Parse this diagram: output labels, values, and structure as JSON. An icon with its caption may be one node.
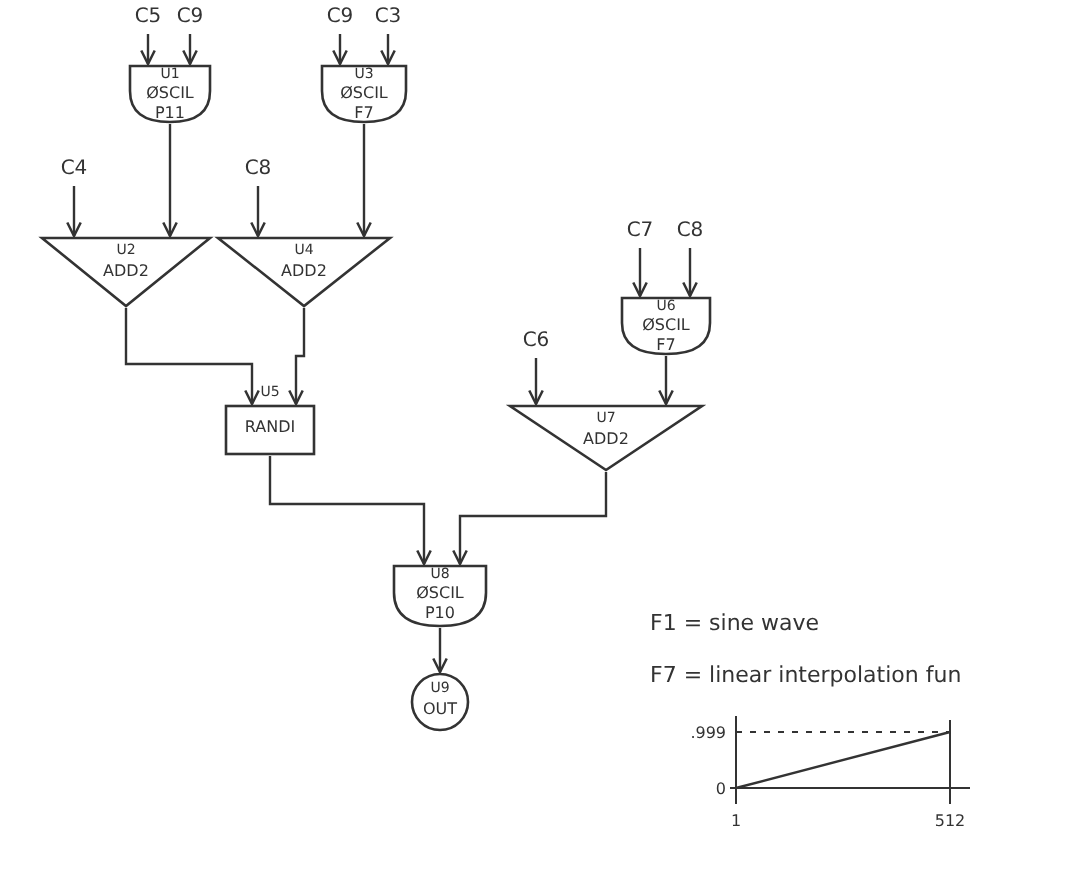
{
  "diagram": {
    "nodes": [
      {
        "text": [
          "C5"
        ]
      },
      {
        "text": [
          "C9"
        ]
      },
      {
        "text": [
          "C9"
        ]
      },
      {
        "text": [
          "C3"
        ]
      },
      {
        "text": [
          "U1",
          "ØSCIL",
          "P11"
        ]
      },
      {
        "text": [
          "U3",
          "ØSCIL",
          "F7"
        ]
      },
      {
        "text": [
          "C4"
        ]
      },
      {
        "text": [
          "C8"
        ]
      },
      {
        "text": [
          "U2",
          "ADD2"
        ]
      },
      {
        "text": [
          "U4",
          "ADD2"
        ]
      },
      {
        "text": [
          "C7"
        ]
      },
      {
        "text": [
          "C8"
        ]
      },
      {
        "text": [
          "U6",
          "ØSCIL",
          "F7"
        ]
      },
      {
        "text": [
          "C6"
        ]
      },
      {
        "text": [
          "U7",
          "ADD2"
        ]
      },
      {
        "text": [
          "U5",
          "RANDI"
        ]
      },
      {
        "text": [
          "U8",
          "ØSCIL",
          "P10"
        ]
      },
      {
        "text": [
          "U9",
          "OUT"
        ]
      }
    ],
    "edges": [
      {
        "from": 0,
        "to": 4,
        "arrow": "to"
      },
      {
        "from": 1,
        "to": 4,
        "arrow": "to"
      },
      {
        "from": 2,
        "to": 5,
        "arrow": "to"
      },
      {
        "from": 3,
        "to": 5,
        "arrow": "to"
      },
      {
        "from": 6,
        "to": 8,
        "arrow": "to"
      },
      {
        "from": 4,
        "to": 8,
        "arrow": "to"
      },
      {
        "from": 7,
        "to": 9,
        "arrow": "to"
      },
      {
        "from": 5,
        "to": 9,
        "arrow": "to"
      },
      {
        "from": 8,
        "to": 15,
        "arrow": "to"
      },
      {
        "from": 9,
        "to": 15,
        "arrow": "to"
      },
      {
        "from": 10,
        "to": 12,
        "arrow": "to"
      },
      {
        "from": 11,
        "to": 12,
        "arrow": "to"
      },
      {
        "from": 13,
        "to": 14,
        "arrow": "to"
      },
      {
        "from": 12,
        "to": 14,
        "arrow": "to"
      },
      {
        "from": 15,
        "to": 16,
        "arrow": "to"
      },
      {
        "from": 14,
        "to": 16,
        "arrow": "to"
      },
      {
        "from": 16,
        "to": 17,
        "arrow": "to"
      }
    ],
    "labels": [
      "F1 = sine wave",
      "F7 = linear interpolation fun"
    ],
    "chart_data": {
      "type": "line",
      "x": [
        1,
        512
      ],
      "series": [
        {
          "values": [
            0,
            0.999
          ]
        }
      ],
      "xlim": [
        1,
        512
      ],
      "ylim": [
        0,
        0.999
      ],
      "xticks": [
        1,
        512
      ],
      "yticks": [
        {
          "value": 0,
          "label": "0"
        },
        {
          "value": 0.999,
          "label": ".999"
        }
      ]
    }
  }
}
